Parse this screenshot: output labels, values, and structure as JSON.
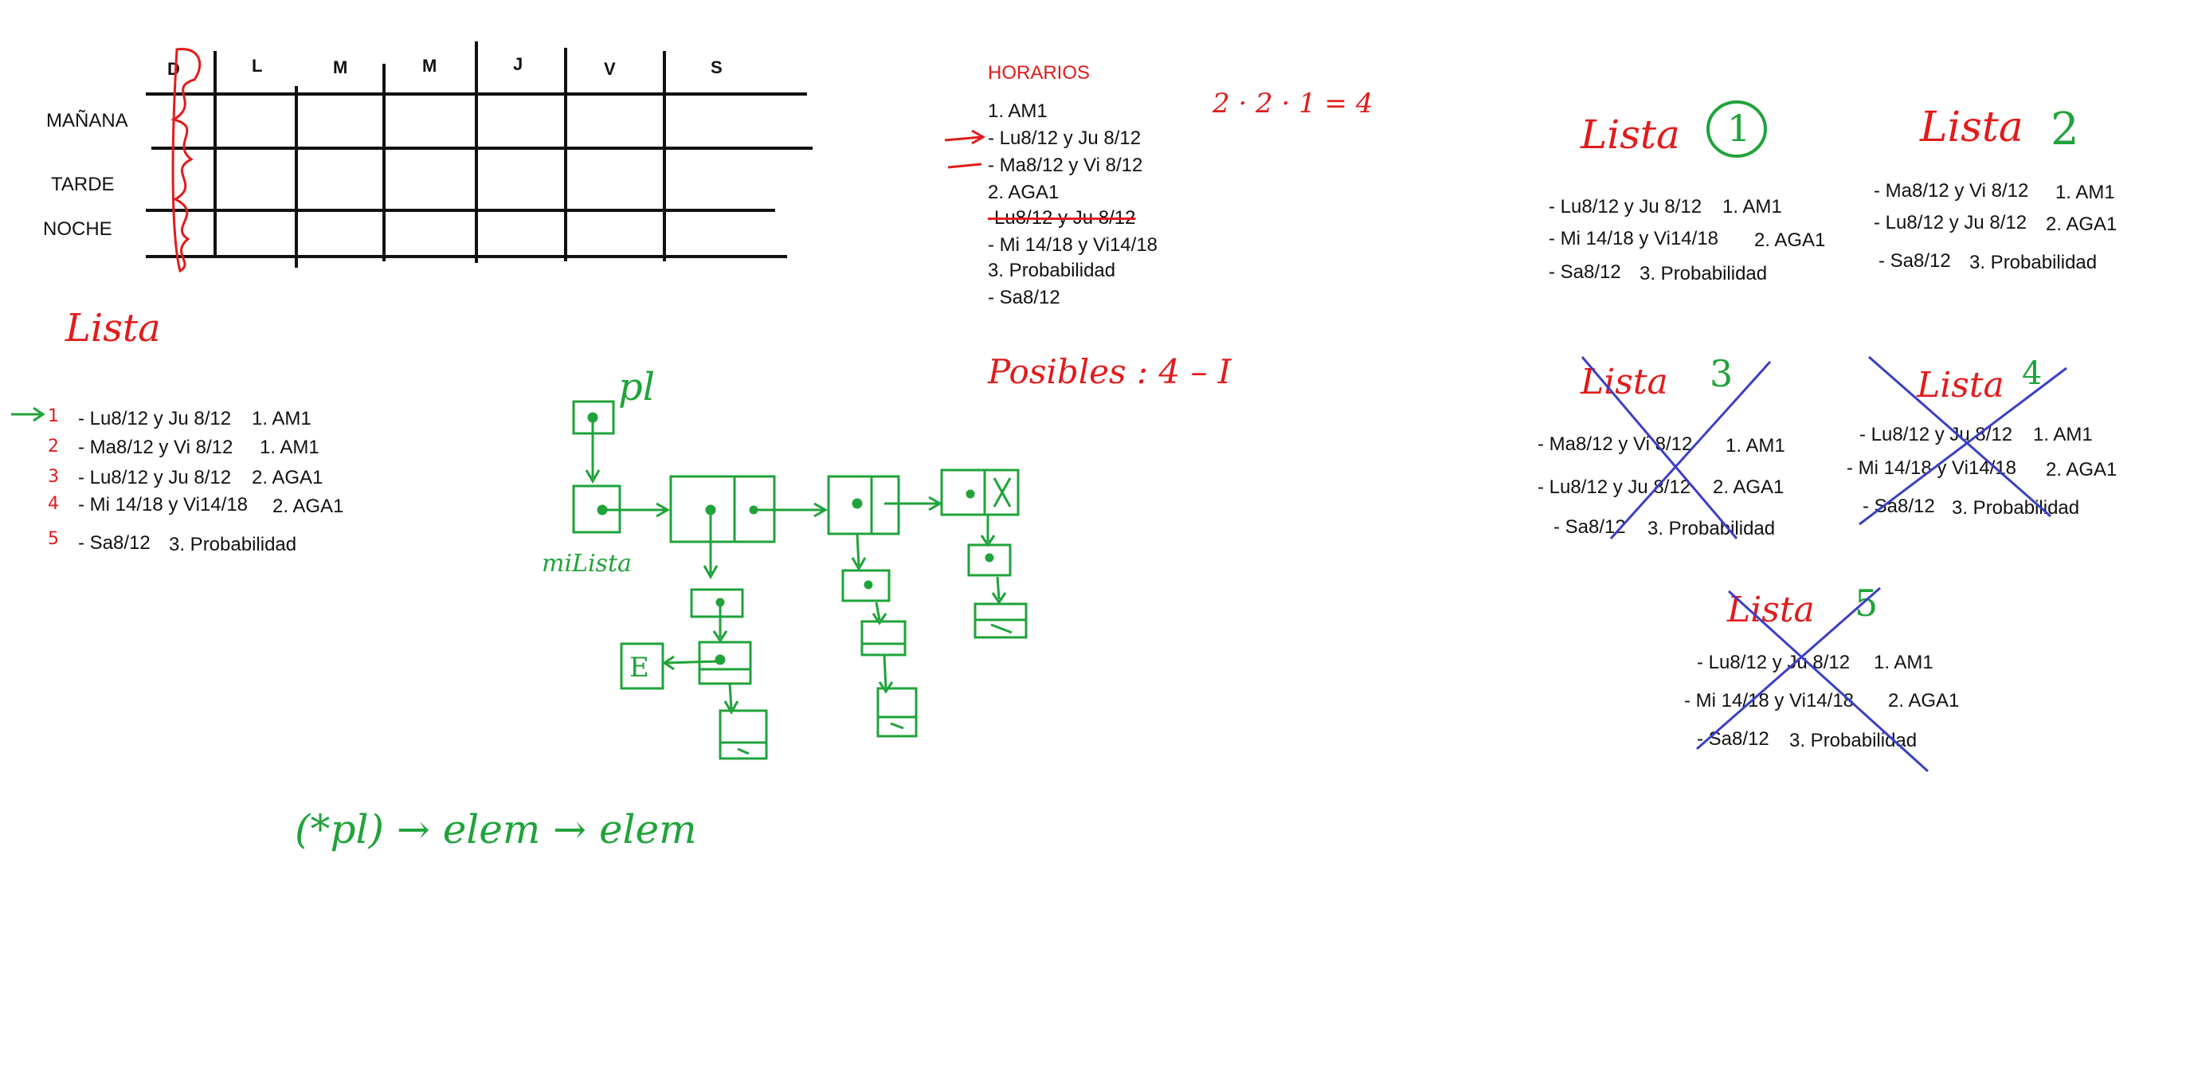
{
  "schedule": {
    "days": [
      "D",
      "L",
      "M",
      "M",
      "J",
      "V",
      "S"
    ],
    "rows": [
      "MAÑANA",
      "TARDE",
      "NOCHE"
    ]
  },
  "horarios": {
    "title": "HORARIOS",
    "items": [
      "1. AM1",
      "- Lu8/12 y Ju 8/12",
      "- Ma8/12 y Vi 8/12",
      "2. AGA1",
      "-Lu8/12 y Ju 8/12",
      "- Mi 14/18 y Vi14/18",
      "3. Probabilidad",
      "- Sa8/12"
    ],
    "calc": "2 · 2 · 1 = 4",
    "posibles": "Posibles : 4 – I"
  },
  "lista_main": {
    "title": "Lista",
    "numbers": [
      "1",
      "2",
      "3",
      "4",
      "5"
    ],
    "rows": [
      {
        "slot": "- Lu8/12 y Ju 8/12",
        "subject": "1. AM1"
      },
      {
        "slot": "- Ma8/12 y Vi 8/12",
        "subject": "1. AM1"
      },
      {
        "slot": "- Lu8/12 y Ju 8/12",
        "subject": "2. AGA1"
      },
      {
        "slot": "- Mi 14/18 y Vi14/18",
        "subject": "2. AGA1"
      },
      {
        "slot": "- Sa8/12",
        "subject": "3. Probabilidad"
      }
    ]
  },
  "diagram": {
    "pointer_label": "pl",
    "list_label": "miLista",
    "node_label": "E",
    "formula": "(*pl) → elem → elem"
  },
  "listas": [
    {
      "title": "Lista",
      "number": "1",
      "crossed": false,
      "rows": [
        {
          "slot": "- Lu8/12 y Ju 8/12",
          "subject": "1. AM1"
        },
        {
          "slot": "- Mi 14/18 y Vi14/18",
          "subject": "2. AGA1"
        },
        {
          "slot": "- Sa8/12",
          "subject": "3. Probabilidad"
        }
      ]
    },
    {
      "title": "Lista",
      "number": "2",
      "crossed": false,
      "rows": [
        {
          "slot": "- Ma8/12 y Vi 8/12",
          "subject": "1. AM1"
        },
        {
          "slot": "- Lu8/12 y Ju 8/12",
          "subject": "2. AGA1"
        },
        {
          "slot": "- Sa8/12",
          "subject": "3. Probabilidad"
        }
      ]
    },
    {
      "title": "Lista",
      "number": "3",
      "crossed": true,
      "rows": [
        {
          "slot": "- Ma8/12 y Vi 8/12",
          "subject": "1. AM1"
        },
        {
          "slot": "- Lu8/12 y Ju 8/12",
          "subject": "2. AGA1"
        },
        {
          "slot": "- Sa8/12",
          "subject": "3. Probabilidad"
        }
      ]
    },
    {
      "title": "Lista",
      "number": "4",
      "crossed": true,
      "rows": [
        {
          "slot": "- Lu8/12 y Ju 8/12",
          "subject": "1. AM1"
        },
        {
          "slot": "- Mi 14/18 y Vi14/18",
          "subject": "2. AGA1"
        },
        {
          "slot": "- Sa8/12",
          "subject": "3. Probabilidad"
        }
      ]
    },
    {
      "title": "Lista",
      "number": "5",
      "crossed": true,
      "rows": [
        {
          "slot": "- Lu8/12 y Ju 8/12",
          "subject": "1. AM1"
        },
        {
          "slot": "- Mi 14/18 y Vi14/18",
          "subject": "2. AGA1"
        },
        {
          "slot": "- Sa8/12",
          "subject": "3. Probabilidad"
        }
      ]
    }
  ],
  "colors": {
    "ink": "#111111",
    "red": "#e21b1b",
    "green": "#1fa33a",
    "blue": "#3b3fc4"
  }
}
